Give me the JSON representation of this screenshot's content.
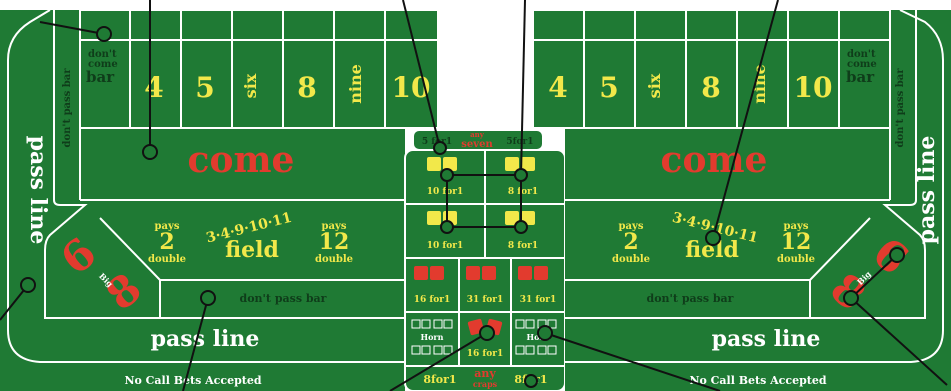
{
  "colors": {
    "felt": "#1f7a34",
    "line": "#ffffff",
    "red": "#e23b2e",
    "yellow": "#f2e84a",
    "dark_text": "#0f3d1a",
    "pointer": "#111111"
  },
  "left_table": {
    "dont_come_bar": [
      "don't",
      "come",
      "bar"
    ],
    "numbers": [
      "4",
      "5",
      "six",
      "8",
      "nine",
      "10"
    ],
    "dont_pass_bar_vertical": "don't pass bar",
    "pass_line_vertical": "pass line",
    "come": "come",
    "field": {
      "pays_left": "pays",
      "left_value": "2",
      "left_mult": "double",
      "numbers": "3·4·9·10·11",
      "word": "field",
      "pays_right": "pays",
      "right_value": "12",
      "right_mult": "double"
    },
    "big": "6",
    "big_alt": "8",
    "big_label": "Big",
    "dont_pass_bar": "don't pass bar",
    "pass_line": "pass line",
    "footer": "No Call Bets Accepted"
  },
  "center": {
    "top_left_odds": "5 for1",
    "top_right_odds": "5for1",
    "any_seven_top": "any",
    "any_seven": "seven",
    "hardways": [
      {
        "odds": "10 for1"
      },
      {
        "odds": "8 for1"
      },
      {
        "odds": "10 for1"
      },
      {
        "odds": "8 for1"
      }
    ],
    "props": [
      {
        "odds": "16 for1"
      },
      {
        "odds": "31 for1"
      },
      {
        "odds": "31 for1"
      }
    ],
    "horn_label": "Horn",
    "horn_center_odds": "16 for1",
    "bottom_left_odds": "8for1",
    "any_craps_top": "any",
    "any_craps": "craps",
    "bottom_right_odds": "8for1"
  },
  "right_table": {
    "numbers": [
      "4",
      "5",
      "six",
      "8",
      "nine",
      "10"
    ],
    "dont_come_bar": [
      "don't",
      "come",
      "bar"
    ],
    "dont_pass_bar_vertical": "don't pass bar",
    "pass_line_vertical": "pass line",
    "come": "come",
    "field": {
      "pays_left": "pays",
      "left_value": "2",
      "left_mult": "double",
      "numbers": "3·4·9·10·11",
      "word": "field",
      "pays_right": "pays",
      "right_value": "12",
      "right_mult": "double"
    },
    "big": "6",
    "big_alt": "8",
    "big_label": "Big",
    "dont_pass_bar": "don't pass bar",
    "pass_line": "pass line",
    "footer": "No Call Bets Accepted"
  }
}
